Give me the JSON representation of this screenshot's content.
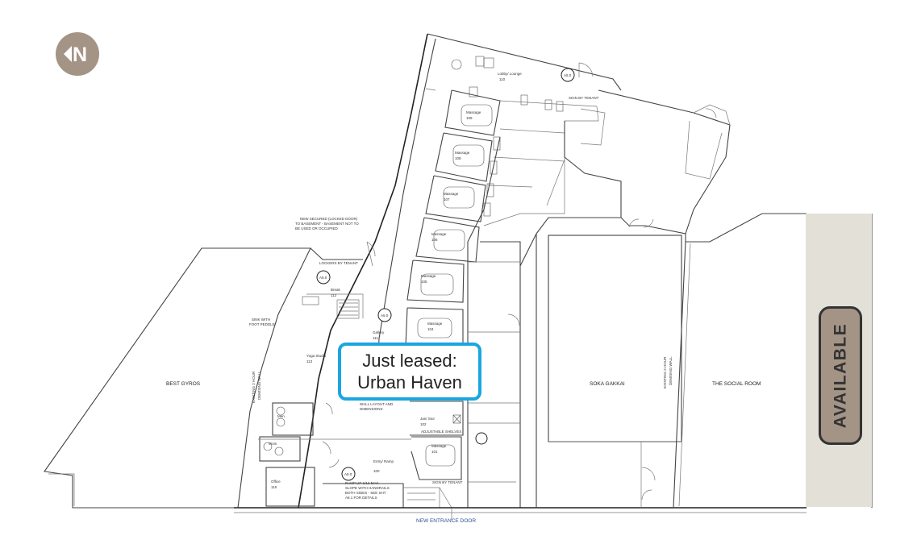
{
  "callout": {
    "line1": "Just leased:",
    "line2": "Urban Haven"
  },
  "available_label": "AVAILABLE",
  "compass_icon": "north-arrow-icon",
  "colors": {
    "accent_blue": "#1aa6e0",
    "taupe": "#a39486",
    "strip": "#e3e0d8"
  },
  "tenants": {
    "best_gyros": "BEST GYROS",
    "soka_gakkai": "SOKA GAKKAI",
    "social_room": "THE SOCIAL ROOM"
  },
  "entrance": "NEW ENTRANCE DOOR",
  "rooms": {
    "lobby": {
      "name": "Lobby/ Lounge",
      "num": "110"
    },
    "massage_109": {
      "name": "Massage",
      "num": "109"
    },
    "massage_108": {
      "name": "Massage",
      "num": "108"
    },
    "massage_107": {
      "name": "Massage",
      "num": "107"
    },
    "massage_106": {
      "name": "Massage",
      "num": "106"
    },
    "massage_105": {
      "name": "Massage",
      "num": "105"
    },
    "massage_104": {
      "name": "Massage",
      "num": "104"
    },
    "massage_101": {
      "name": "Massage",
      "num": "101"
    },
    "break": {
      "name": "Break",
      "num": "112"
    },
    "yoga": {
      "name": "Yoga Studio",
      "num": "113"
    },
    "gallery": {
      "name": "Gallery",
      "num": "111"
    },
    "jan_stor": {
      "name": "Jan/ Stor",
      "num": "102"
    },
    "entry": {
      "name": "Entry/ Ramp",
      "num": "100"
    },
    "office": {
      "name": "Office",
      "num": "116"
    },
    "mens": {
      "name": "Men"
    },
    "womens": {
      "name": "Wom"
    }
  },
  "notes": {
    "basement_1": "NEW SECURED (LOCKED DOOR)",
    "basement_2": "TO BASEMENT - BASEMENT NOT TO",
    "basement_3": "BE USED OR OCCUPIED",
    "sink_1": "SINK WITH",
    "sink_2": "FOOT PEDDLE",
    "demising_left_1": "EXISTING 2 HOUR",
    "demising_left_2": "DEMISING WALL",
    "demising_right_1": "EXISTING 2 HOUR",
    "demising_right_2": "DEMISING WALL",
    "ramp_1": "RAMP UP 1/12 MAX",
    "ramp_2": "SLOPE WITH HANDRAILS",
    "ramp_3": "BOTH SIDES - SEE SHT",
    "ramp_4": "A8.1 FOR DETAILS",
    "wall_layout_1": "WALL LAYOUT AND",
    "wall_layout_2": "DIMENSIONS",
    "shelves": "ADJUSTABLE SHELVES",
    "sign_tenant": "SIGN BY TENANT",
    "lockers": "LOCKERS BY TENANT",
    "section_tag": "A5.0"
  }
}
